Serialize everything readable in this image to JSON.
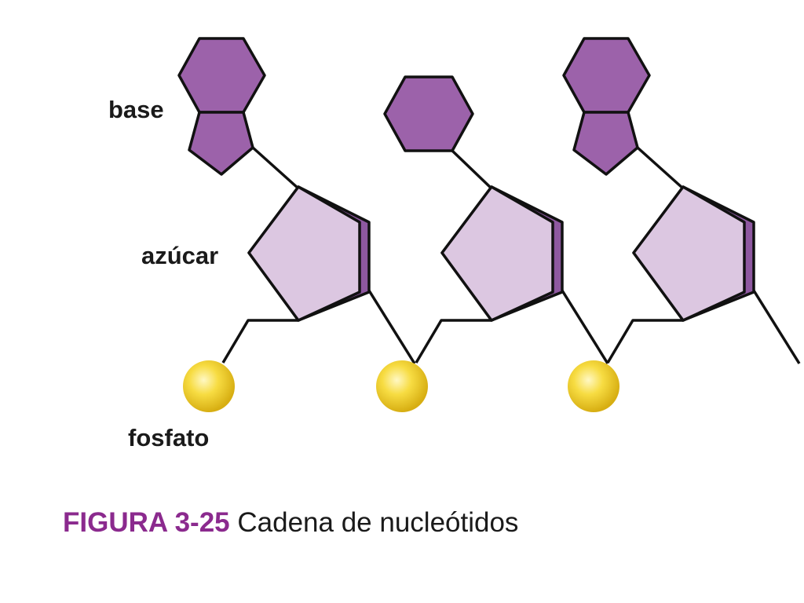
{
  "labels": {
    "base": "base",
    "sugar": "azúcar",
    "phosphate": "fosfato"
  },
  "caption": {
    "figure_number": "FIGURA 3-25",
    "title": "Cadena de nucleótidos"
  },
  "nucleotides": [
    {
      "base_type": "purine"
    },
    {
      "base_type": "pyrimidine"
    },
    {
      "base_type": "purine"
    }
  ],
  "colors": {
    "base_fill": "#9c62aa",
    "sugar_fill": "#dcc7e1",
    "sugar_edge": "#8e58a0",
    "phosphate_fill": "#f2d43a",
    "stroke": "#111111",
    "figure_accent": "#8b2a8e"
  }
}
